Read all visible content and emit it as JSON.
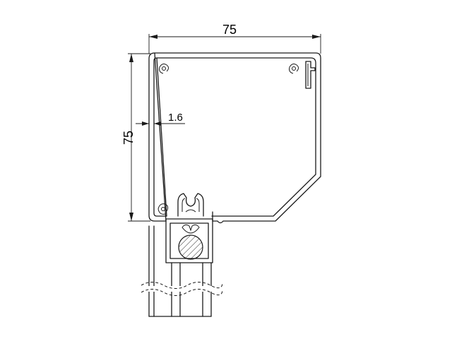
{
  "dimensions": {
    "width_label": "75",
    "height_label": "75",
    "wall_label": "1.6"
  },
  "colors": {
    "line": "#1a1a1a",
    "background": "#ffffff",
    "hatch": "#1a1a1a"
  }
}
